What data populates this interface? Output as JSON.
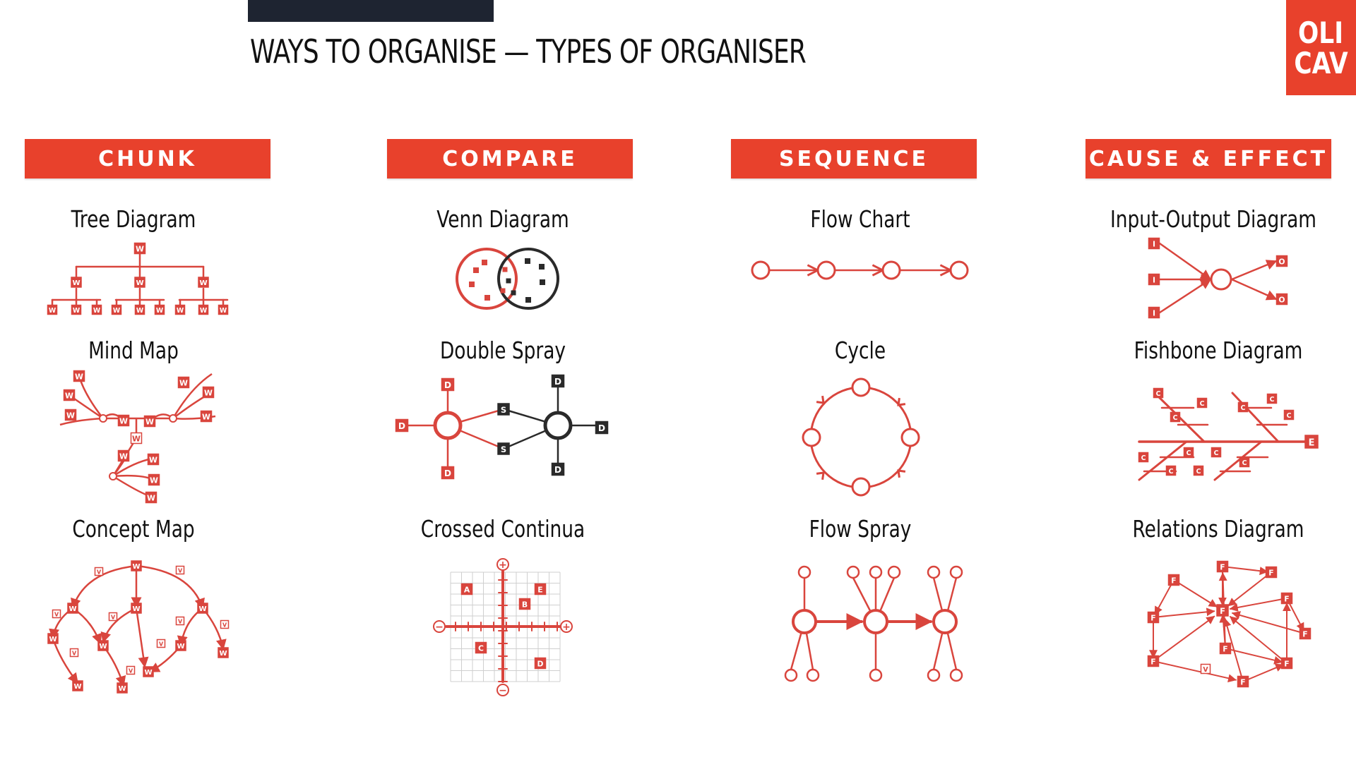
{
  "title": "WAYS TO ORGANISE — TYPES OF ORGANISER",
  "logo": {
    "line1": "OLI",
    "line2": "CAV"
  },
  "colors": {
    "accent": "#e8412c",
    "diagram_red": "#d9453d",
    "dark": "#2a2a2a",
    "top_bar": "#1e2431"
  },
  "categories": [
    {
      "label": "CHUNK",
      "organisers": [
        "Tree Diagram",
        "Mind Map",
        "Concept Map"
      ]
    },
    {
      "label": "COMPARE",
      "organisers": [
        "Venn Diagram",
        "Double Spray",
        "Crossed Continua"
      ]
    },
    {
      "label": "SEQUENCE",
      "organisers": [
        "Flow Chart",
        "Cycle",
        "Flow Spray"
      ]
    },
    {
      "label": "CAUSE & EFFECT",
      "organisers": [
        "Input-Output Diagram",
        "Fishbone Diagram",
        "Relations Diagram"
      ]
    }
  ],
  "box_letters": {
    "word": "W",
    "detail": "D",
    "similarity": "S",
    "input": "I",
    "output": "O",
    "cause": "C",
    "effect": "E",
    "factor": "F",
    "verb": "V",
    "plus": "+",
    "minus": "−",
    "quadrants": [
      "A",
      "B",
      "C",
      "D",
      "E"
    ]
  }
}
